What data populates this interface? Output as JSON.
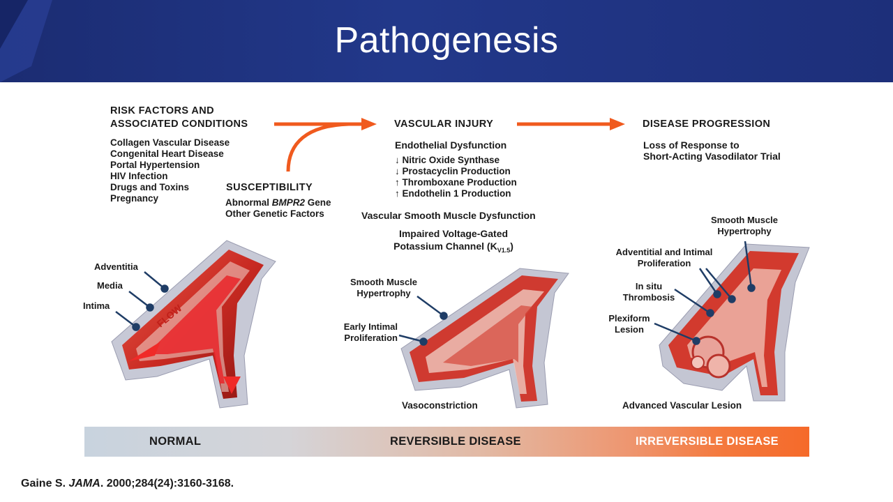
{
  "title": "Pathogenesis",
  "columns": {
    "risk": {
      "heading": [
        "RISK FACTORS AND",
        "ASSOCIATED CONDITIONS"
      ],
      "items": [
        "Collagen Vascular Disease",
        "Congenital Heart Disease",
        "Portal Hypertension",
        "HIV Infection",
        "Drugs and Toxins",
        "Pregnancy"
      ]
    },
    "susceptibility": {
      "heading": "SUSCEPTIBILITY",
      "line1_prefix": "Abnormal ",
      "line1_gene": "BMPR2",
      "line1_suffix": " Gene",
      "line2": "Other Genetic Factors"
    },
    "injury": {
      "heading": "VASCULAR  INJURY",
      "endo_title": "Endothelial Dysfunction",
      "endo_items": [
        "↓ Nitric Oxide Synthase",
        "↓ Prostacyclin Production",
        "↑ Thromboxane Production",
        "↑ Endothelin 1 Production"
      ],
      "smooth_title": "Vascular Smooth Muscle Dysfunction",
      "channel_line1": "Impaired Voltage-Gated",
      "channel_line2": "Potassium Channel (K",
      "channel_sub": "V1.5",
      "channel_close": ")"
    },
    "progression": {
      "heading": "DISEASE PROGRESSION",
      "lines": [
        "Loss of Response to",
        "Short-Acting Vasodilator Trial"
      ]
    }
  },
  "normal_labels": {
    "adventitia": "Adventitia",
    "media": "Media",
    "intima": "Intima",
    "flow": "FLOW"
  },
  "reversible_labels": {
    "hypertrophy": [
      "Smooth Muscle",
      "Hypertrophy"
    ],
    "intimal": [
      "Early Intimal",
      "Proliferation"
    ],
    "caption": "Vasoconstriction"
  },
  "irreversible_labels": {
    "hypertrophy": [
      "Smooth Muscle",
      "Hypertrophy"
    ],
    "adventitial": [
      "Adventitial and Intimal",
      "Proliferation"
    ],
    "thrombosis": [
      "In situ",
      "Thrombosis"
    ],
    "plexiform": [
      "Plexiform",
      "Lesion"
    ],
    "caption": "Advanced Vascular Lesion"
  },
  "stage_bar": {
    "normal": "NORMAL",
    "reversible": "REVERSIBLE DISEASE",
    "irreversible": "IRREVERSIBLE DISEASE"
  },
  "citation": {
    "author": "Gaine S. ",
    "journal": "JAMA",
    "ref": ". 2000;284(24):3160-3168."
  },
  "colors": {
    "header": "#22388a",
    "arrow": "#f05a1e",
    "vessel_red": "#d8342a",
    "label_line": "#1f3d66"
  }
}
